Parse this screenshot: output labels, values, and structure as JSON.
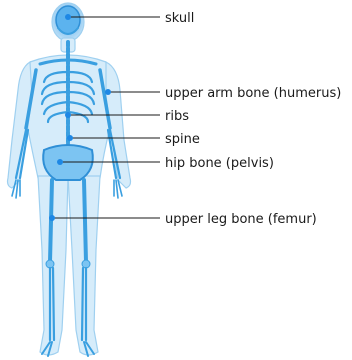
{
  "labels": {
    "skull": "skull",
    "humerus": "upper arm bone (humerus)",
    "ribs": "ribs",
    "spine": "spine",
    "pelvis": "hip bone (pelvis)",
    "femur": "upper leg bone (femur)"
  },
  "colors": {
    "body_fill": "#d6ecfa",
    "body_edge": "#9fd0f0",
    "bone": "#3a9fe0",
    "bone_light": "#7cc4f2",
    "leader": "#1a1a1a",
    "dot": "#1e88e5"
  }
}
